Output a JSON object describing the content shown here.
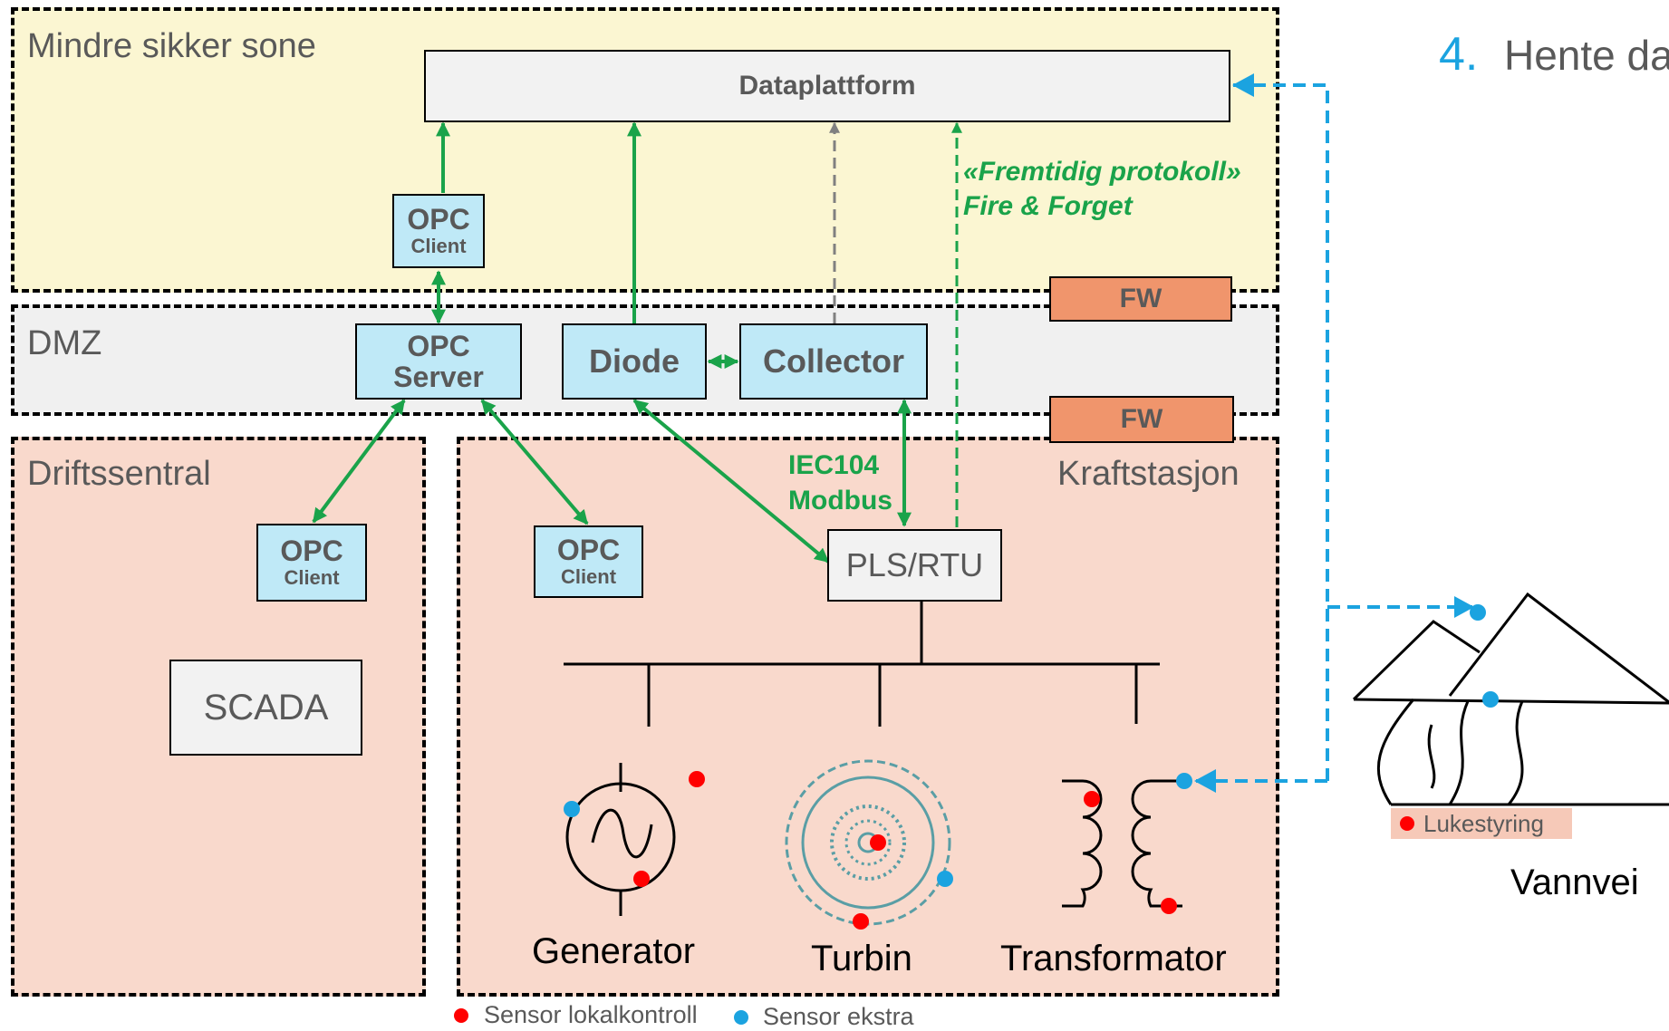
{
  "zones": {
    "secure": "Mindre sikker sone",
    "dmz": "DMZ",
    "control": "Driftssentral",
    "plant": "Kraftstasjon"
  },
  "nodes": {
    "dataplatform": "Dataplattform",
    "opc_client_top": {
      "title": "OPC",
      "sub": "Client"
    },
    "opc_server": {
      "title": "OPC",
      "sub": "Server"
    },
    "diode": "Diode",
    "collector": "Collector",
    "fw1": "FW",
    "fw2": "FW",
    "opc_client_left": {
      "title": "OPC",
      "sub": "Client"
    },
    "opc_client_mid": {
      "title": "OPC",
      "sub": "Client"
    },
    "plc": "PLS/RTU",
    "scada": "SCADA"
  },
  "annotations": {
    "protocol_line1": "«Fremtidig protokoll»",
    "protocol_line2": "Fire & Forget",
    "iec_line1": "IEC104",
    "iec_line2": "Modbus"
  },
  "equipment": {
    "generator": "Generator",
    "turbine": "Turbin",
    "transformer": "Transformator",
    "waterway": "Vannvei",
    "gate_control": "Lukestyring"
  },
  "legend": {
    "local": "Sensor lokalkontroll",
    "extra": "Sensor ekstra"
  },
  "heading": {
    "number": "4.",
    "text": "Hente da"
  },
  "colors": {
    "secure_bg": "#fbf6d2",
    "dmz_bg": "#f0f0f0",
    "plant_bg": "#f9d9cc",
    "green": "#1aa34a",
    "blue": "#1ba3e0",
    "red": "#ff0000",
    "fw": "#f0956c",
    "box_cyan": "#bfe9f7"
  }
}
